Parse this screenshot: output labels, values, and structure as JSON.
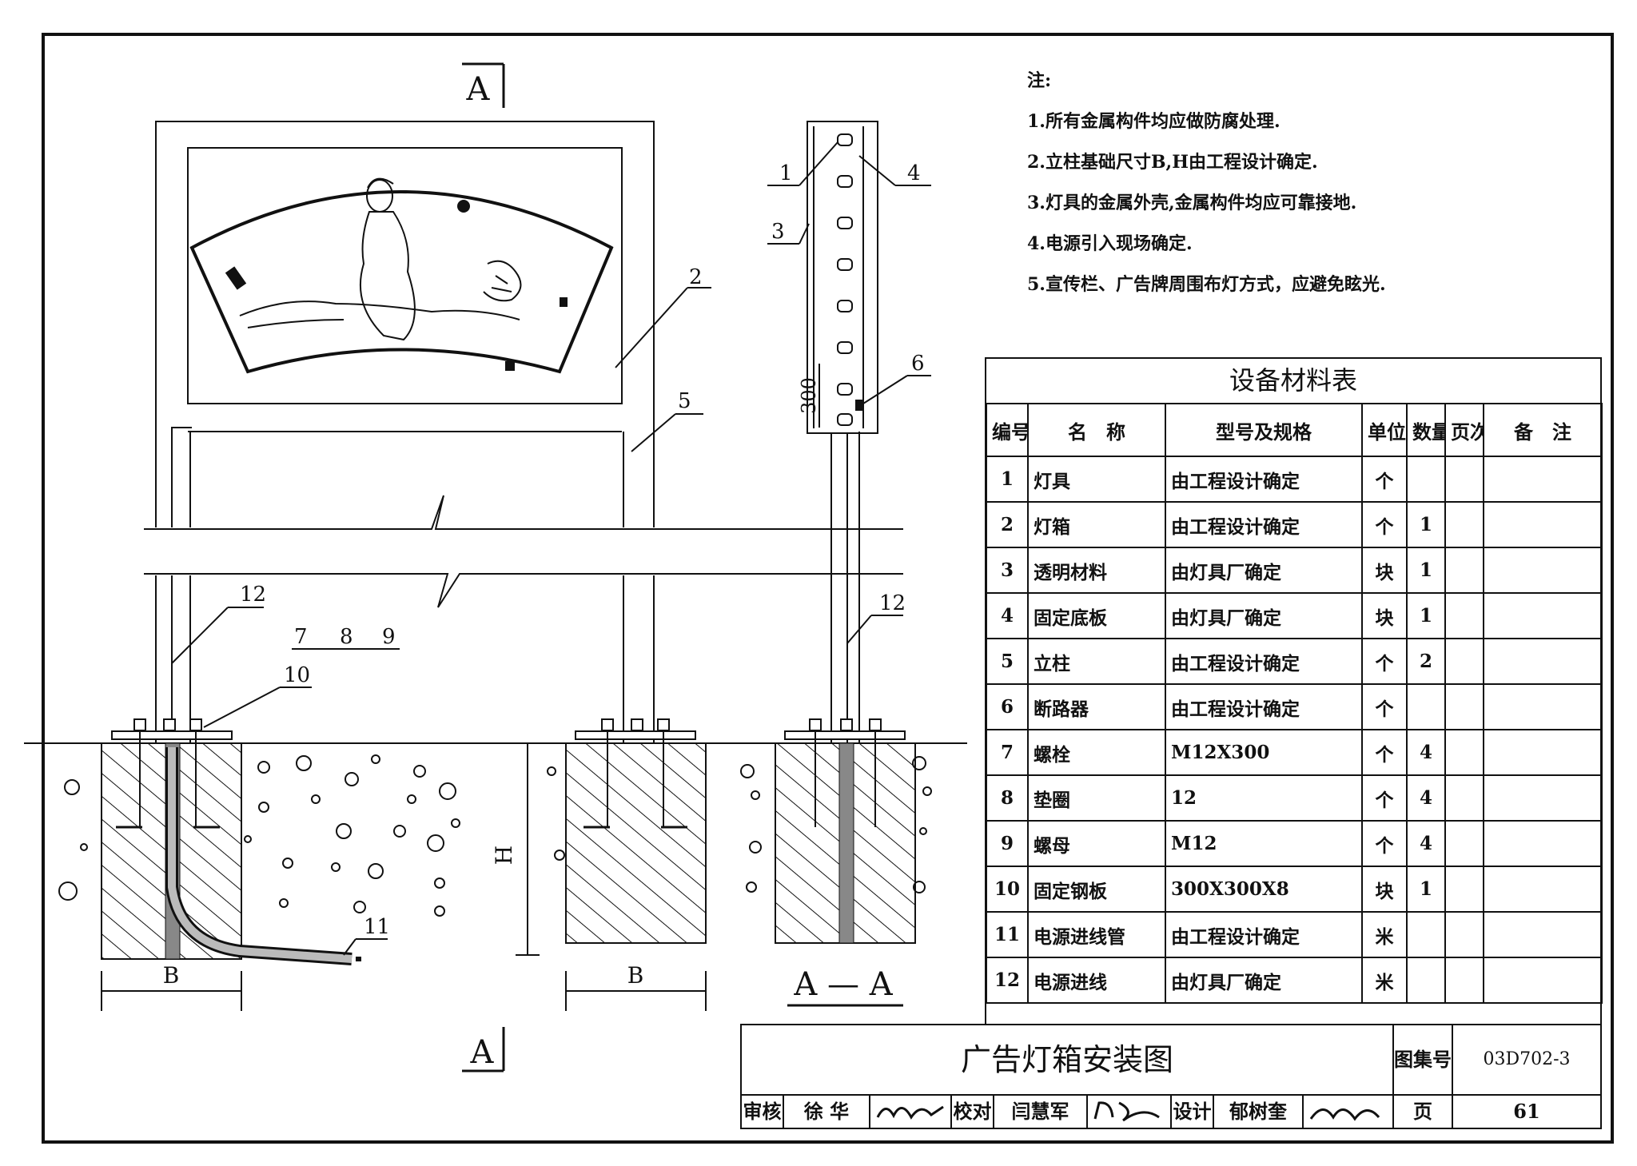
{
  "drawing": {
    "section_marks": {
      "top": "A",
      "bottom": "A",
      "section_label": "A — A"
    },
    "callouts": [
      "1",
      "2",
      "3",
      "4",
      "5",
      "6",
      "7",
      "8",
      "9",
      "10",
      "11",
      "12",
      "12"
    ],
    "dims": {
      "b_left": "B",
      "b_mid": "B",
      "height": "H",
      "distance": "300"
    }
  },
  "notes": {
    "heading": "注:",
    "items": [
      "1.所有金属构件均应做防腐处理.",
      "2.立柱基础尺寸B,H由工程设计确定.",
      "3.灯具的金属外壳,金属构件均应可靠接地.",
      "4.电源引入现场确定.",
      "5.宣传栏、广告牌周围布灯方式，应避免眩光."
    ]
  },
  "bom": {
    "title": "设备材料表",
    "headers": [
      "编号",
      "名　称",
      "型号及规格",
      "单位",
      "数量",
      "页次",
      "备　注"
    ],
    "rows": [
      [
        "1",
        "灯具",
        "由工程设计确定",
        "个",
        "",
        "",
        ""
      ],
      [
        "2",
        "灯箱",
        "由工程设计确定",
        "个",
        "1",
        "",
        ""
      ],
      [
        "3",
        "透明材料",
        "由灯具厂确定",
        "块",
        "1",
        "",
        ""
      ],
      [
        "4",
        "固定底板",
        "由灯具厂确定",
        "块",
        "1",
        "",
        ""
      ],
      [
        "5",
        "立柱",
        "由工程设计确定",
        "个",
        "2",
        "",
        ""
      ],
      [
        "6",
        "断路器",
        "由工程设计确定",
        "个",
        "",
        "",
        ""
      ],
      [
        "7",
        "螺栓",
        "M12X300",
        "个",
        "4",
        "",
        ""
      ],
      [
        "8",
        "垫圈",
        "12",
        "个",
        "4",
        "",
        ""
      ],
      [
        "9",
        "螺母",
        "M12",
        "个",
        "4",
        "",
        ""
      ],
      [
        "10",
        "固定钢板",
        "300X300X8",
        "块",
        "1",
        "",
        ""
      ],
      [
        "11",
        "电源进线管",
        "由工程设计确定",
        "米",
        "",
        "",
        ""
      ],
      [
        "12",
        "电源进线",
        "由灯具厂确定",
        "米",
        "",
        "",
        ""
      ]
    ]
  },
  "title_block": {
    "title": "广告灯箱安装图",
    "atlas_label": "图集号",
    "atlas_no": "03D702-3",
    "review_label": "审核",
    "review_name": "徐 华",
    "check_label": "校对",
    "check_name": "闫慧军",
    "design_label": "设计",
    "design_name": "郁树奎",
    "page_label": "页",
    "page_no": "61"
  }
}
